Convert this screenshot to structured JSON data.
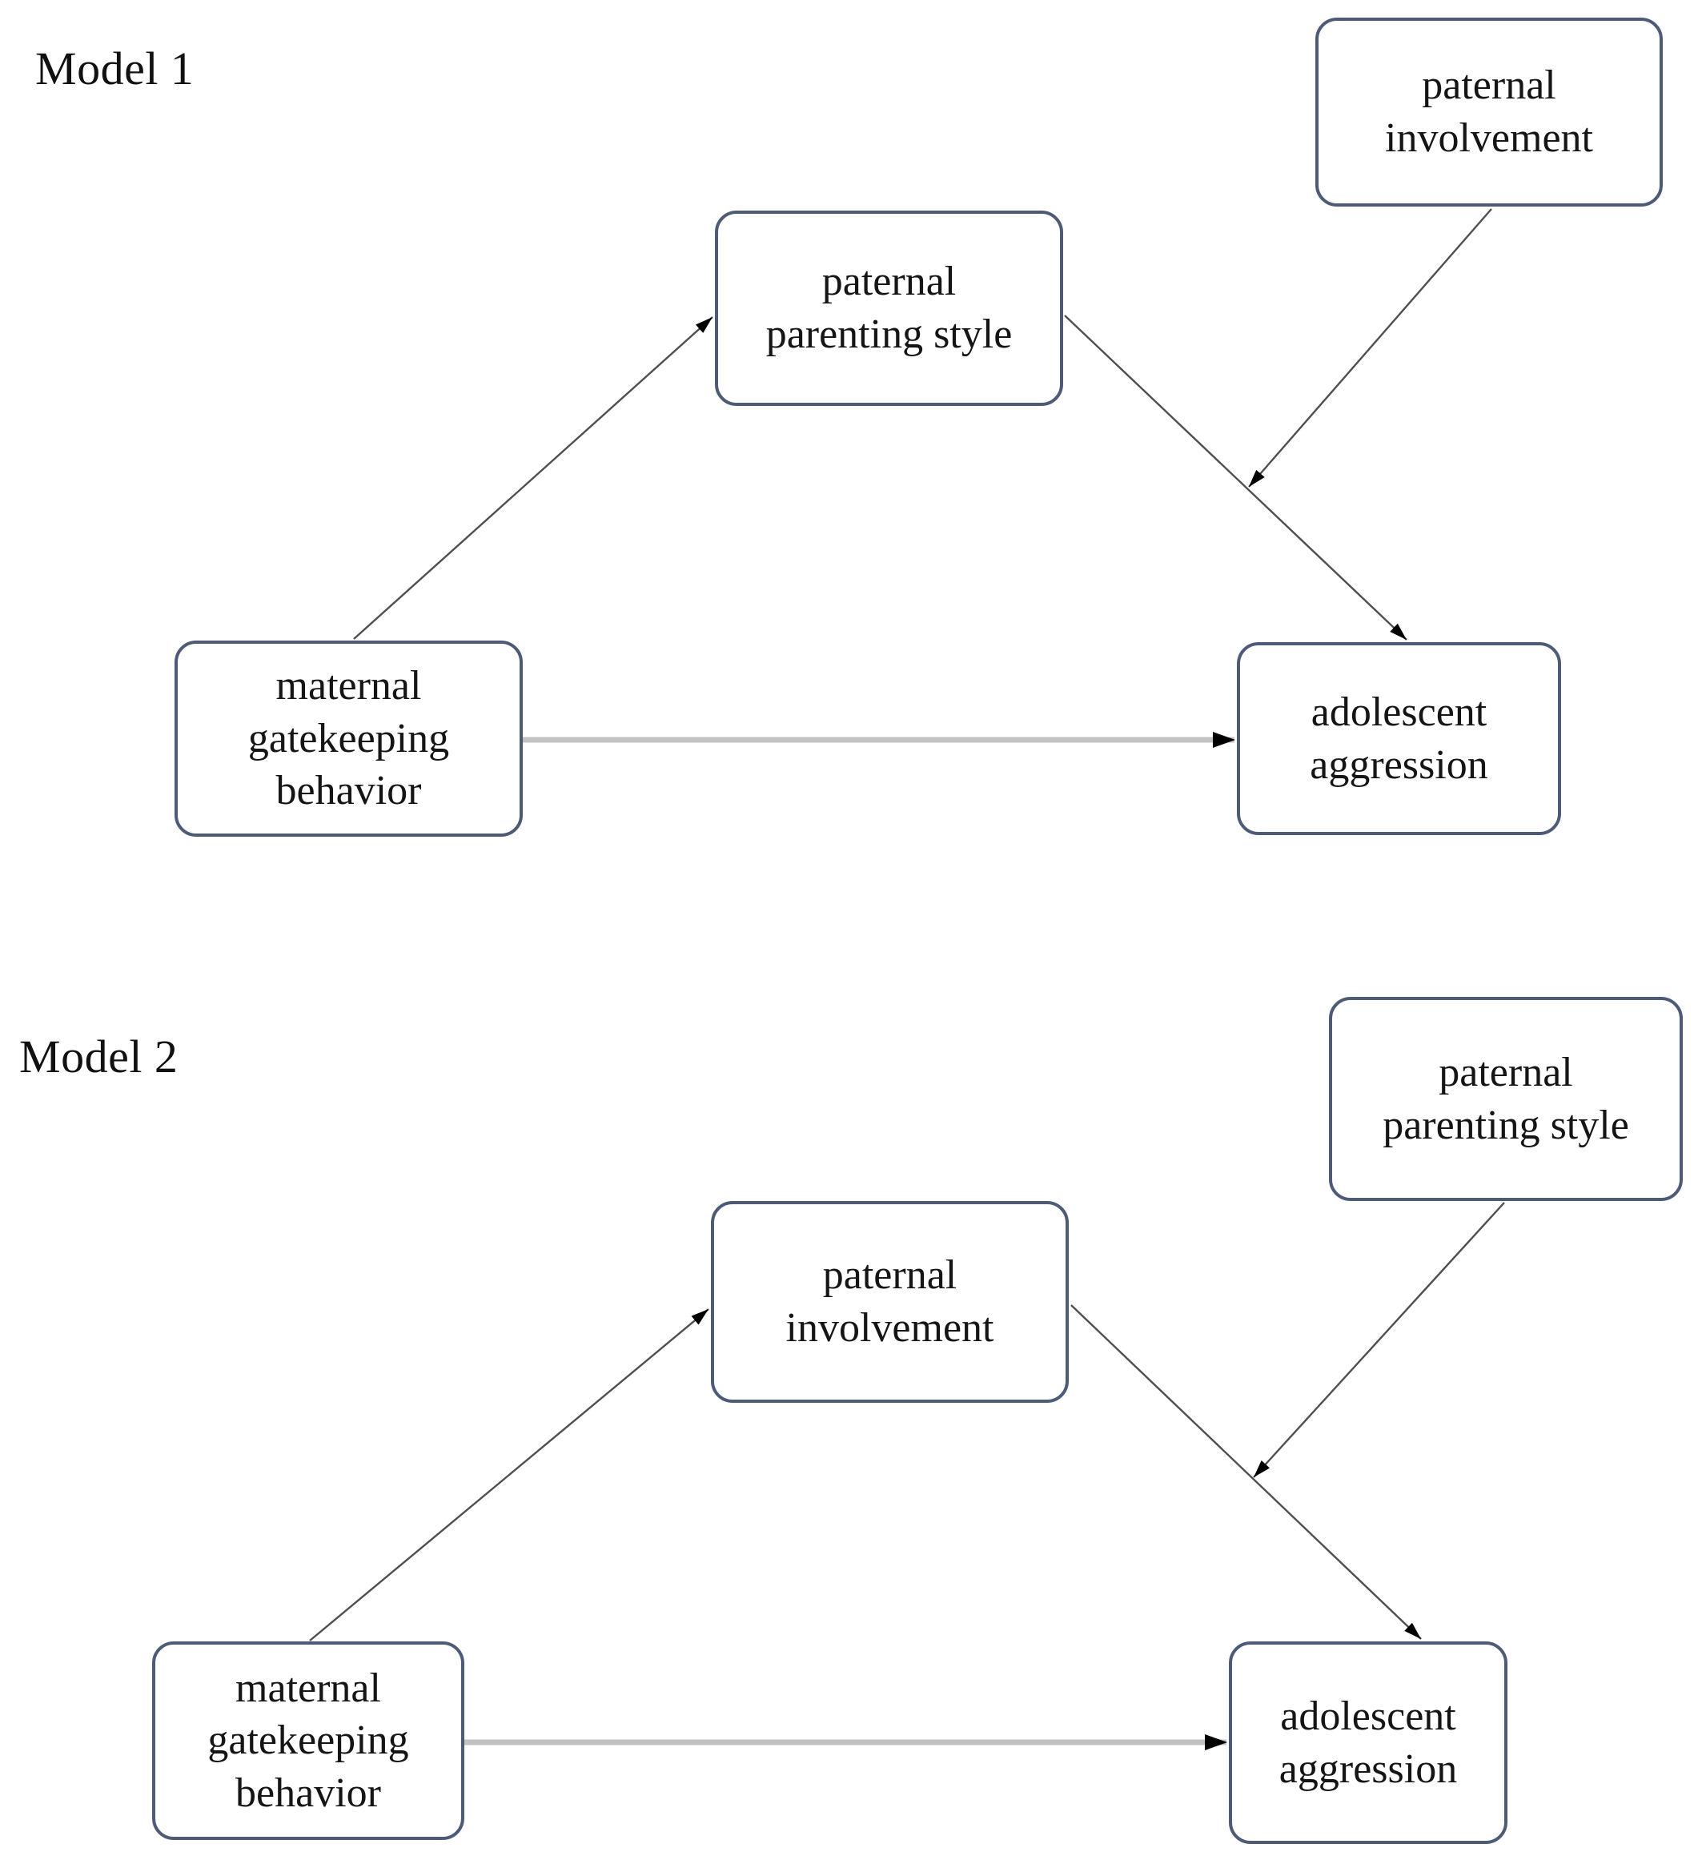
{
  "figure": {
    "background": "#ffffff",
    "models": [
      {
        "label": "Model 1",
        "nodes": {
          "predictor": "maternal gatekeeping behavior",
          "mediator": "paternal parenting style",
          "moderator": "paternal involvement",
          "outcome": "adolescent aggression"
        }
      },
      {
        "label": "Model 2",
        "nodes": {
          "predictor": "maternal gatekeeping behavior",
          "mediator": "paternal involvement",
          "moderator": "paternal parenting style",
          "outcome": "adolescent aggression"
        }
      }
    ],
    "colors": {
      "box_border": "#4d5b77",
      "box_fill": "#ffffff",
      "text": "#151515",
      "diagonal_arrow": "#4f4f4f",
      "direct_arrow": "#c2c2c2",
      "arrowhead": "#000000"
    }
  }
}
